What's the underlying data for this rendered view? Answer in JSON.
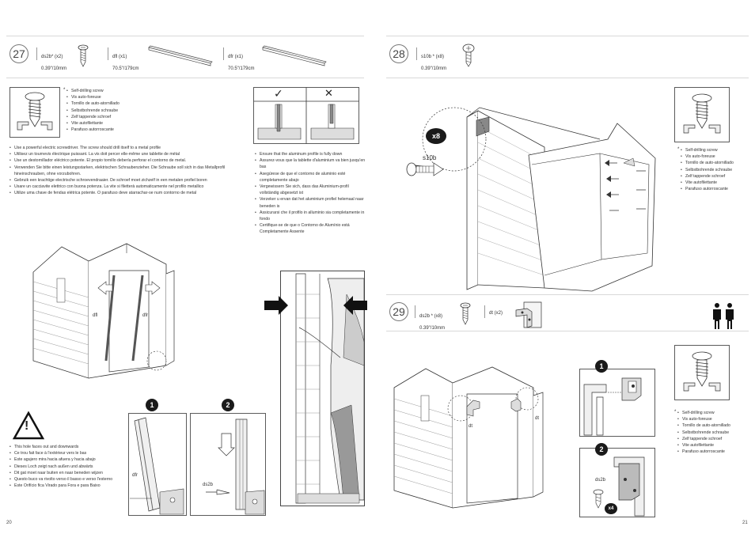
{
  "left_page": {
    "page_number": "20",
    "step27": {
      "number": "27",
      "parts": [
        {
          "code": "ds2b* (x2)",
          "size": "0.39\"/10mm"
        },
        {
          "code": "dfl (x1)",
          "size": "70.5\"/179cm"
        },
        {
          "code": "dfr (x1)",
          "size": "70.5\"/179cm"
        }
      ],
      "screw_note_star": "*",
      "screw_names": [
        "Self-drilling screw",
        "Vis auto-foreuse",
        "Tornillo de auto-atornillado",
        "Selbstbohrende schraube",
        "Zelf tappende schroef",
        "Vite autofilettante",
        "Parafuso autorroscante"
      ],
      "driver_instructions": [
        "Use a powerful electric screwdriver. The screw should drill itself to a metal profile",
        "Utilisez un tournevis électrique puissant. La vis doit percer elle-même une tablette de métal",
        "Use un destornillador eléctrico potente. El propio tornillo debería perforar el contorno de metal.",
        "Verwenden Sie bitte einen leistungsstarken, elektrischen Schraubenzieher. Die Schraube soll sich in das Metallprofil hineinschrauben, ohne vorzubohren.",
        "Gebruik een krachtige electrische schroevendraaier. De schroef moet zichzelf in een metalen profiel boren",
        "Usare un cacciavite elettrico con buona potenza. La vite si filetterà automaticamente nel profilo metallico",
        "Utilize uma chave de fendas elétrica potente. O parafuso deve atarrachar-se num contorno de metal"
      ],
      "profile_instructions": [
        "Ensure that the aluminum profile is fully down",
        "Assurez-vous que la tablette d'aluminium va bien jusqu'en bas",
        "Asegúrese de que el contorno de aluminio esté completamente abajo",
        "Vergewissern Sie sich, dass das Aluminium-profil vollständig abgesetzt ist",
        "Verzeker u ervan dat het aluminium profiel helemaal naar beneden is",
        "Assicurarsi che il profilo in alluminio sia completamente in fondo",
        "Certifique-se de que o Contorno de Alumínio está Completamente Assente"
      ],
      "check_mark": "✓",
      "cross_mark": "✕",
      "shed_labels": {
        "left_profile": "dfl",
        "right_profile": "dfr"
      },
      "warning_icon": "!",
      "hole_warning": [
        "This hole faces out and downwards",
        "Ce trou fait face à l'extérieur vers le bas",
        "Este agujero mira hacia afuera y hacia abajo",
        "Dieses Loch zeigt nach außen und abwärts",
        "Dit gat moet naar buiten en naar beneden wijzen",
        "Questo buco va rivolto verso il basso e verso l'esterno",
        "Este Orifício fica Virado para Fora e para Baixo"
      ],
      "detail1": {
        "callout": "1",
        "label": "dfr"
      },
      "detail2": {
        "callout": "2",
        "label": "ds2b"
      }
    }
  },
  "right_page": {
    "page_number": "21",
    "step28": {
      "number": "28",
      "parts": [
        {
          "code": "s10b * (x8)",
          "size": "0.39\"/10mm"
        }
      ],
      "badge": "x8",
      "screw_label": "s10b",
      "screw_note_star": "*",
      "screw_names": [
        "Self-drilling screw",
        "Vis auto-foreuse",
        "Tornillo de auto-atornillado",
        "Selbstbohrende schraube",
        "Zelf tappende schroef",
        "Vite autofilettante",
        "Parafuso autorroscante"
      ]
    },
    "step29": {
      "number": "29",
      "parts": [
        {
          "code": "ds2b * (x8)",
          "size": "0.39\"/10mm"
        },
        {
          "code": "dt (x2)",
          "size": ""
        }
      ],
      "screw_note_star": "*",
      "screw_names": [
        "Self-drilling screw",
        "Vis auto-foreuse",
        "Tornillo de auto-atornillado",
        "Selbstbohrende schraube",
        "Zelf tappende schroef",
        "Vite autofilettante",
        "Parafuso autorroscante"
      ],
      "shed_labels": {
        "left_bracket": "dt",
        "right_bracket": "dt"
      },
      "detail1": {
        "callout": "1"
      },
      "detail2": {
        "callout": "2",
        "label": "ds2b",
        "qty_badge": "x4"
      }
    }
  },
  "icons": [
    "screw-icon",
    "profile-rail-icon",
    "bracket-icon",
    "two-people-icon",
    "warning-triangle-icon",
    "arrow-icon"
  ]
}
